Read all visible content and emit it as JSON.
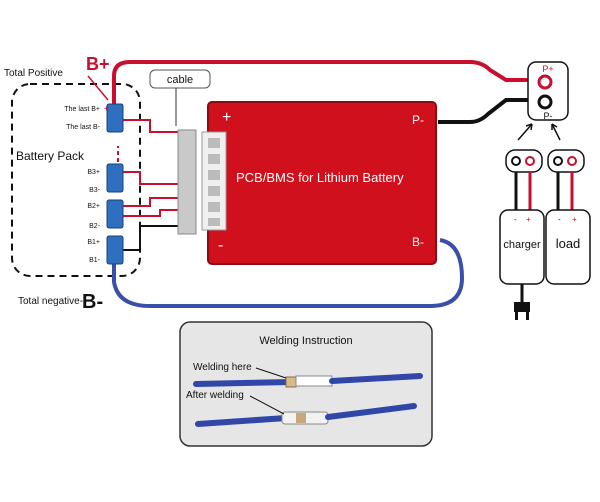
{
  "labels": {
    "total_positive": "Total Positive",
    "b_plus": "B+",
    "total_negative": "Total negative-",
    "b_minus_big": "B-",
    "battery_pack": "Battery Pack",
    "cable": "cable",
    "cell_last_plus": "The last B+",
    "cell_last_minus": "The last B-",
    "b3_plus": "B3+",
    "b3_minus": "B3-",
    "b2_plus": "B2+",
    "b2_minus": "B2-",
    "b1_plus": "B1+",
    "b1_minus": "B1-"
  },
  "bms": {
    "title": "PCB/BMS for Lithium Battery",
    "plus": "+",
    "minus": "-",
    "p_minus": "P-",
    "b_minus": "B-"
  },
  "port": {
    "p_plus": "P+",
    "p_minus": "P-"
  },
  "devices": {
    "charger": "charger",
    "load": "load"
  },
  "welding": {
    "title": "Welding Instruction",
    "here": "Welding here",
    "after": "After welding"
  },
  "colors": {
    "red_wire": "#c8102e",
    "black_wire": "#111111",
    "blue_wire": "#3a4fa8",
    "bms_board": "#d0101c",
    "cell_blue": "#2f6fbf",
    "panel_bg": "#e6e6e6"
  }
}
